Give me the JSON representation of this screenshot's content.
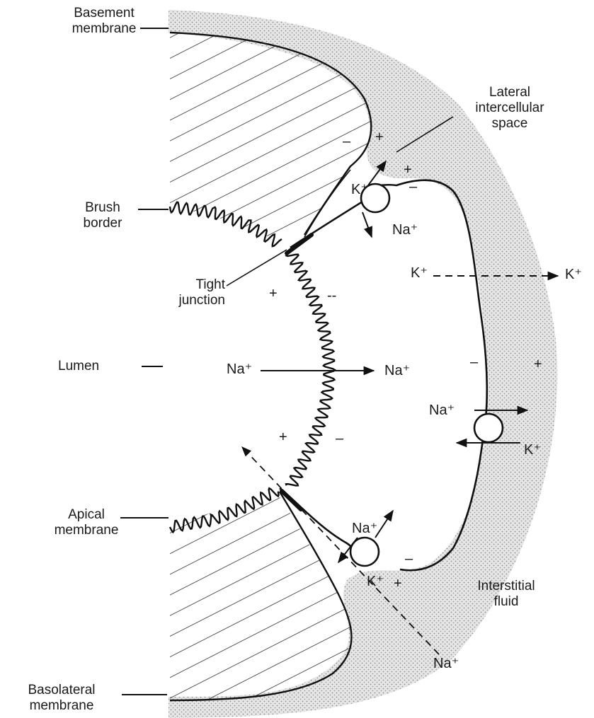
{
  "labels": {
    "basement_membrane": [
      "Basement",
      "membrane"
    ],
    "lateral_intercellular_space": [
      "Lateral",
      "intercellular",
      "space"
    ],
    "brush_border": [
      "Brush",
      "border"
    ],
    "tight_junction": [
      "Tight",
      "junction"
    ],
    "lumen": "Lumen",
    "apical_membrane": [
      "Apical",
      "membrane"
    ],
    "interstitial_fluid": [
      "Interstitial",
      "fluid"
    ],
    "basolateral_membrane": [
      "Basolateral",
      "membrane"
    ]
  },
  "ions": {
    "na": "Na⁺",
    "k": "K⁺"
  },
  "charges": {
    "plus": "+",
    "minus": "–",
    "double_minus": "--"
  }
}
